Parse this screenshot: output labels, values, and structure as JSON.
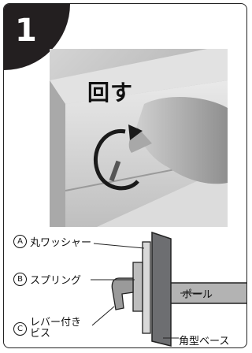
{
  "step": {
    "number": "1"
  },
  "photo": {
    "action_label": "回す"
  },
  "diagram": {
    "parts": [
      {
        "letter": "A",
        "name": "丸ワッシャー"
      },
      {
        "letter": "B",
        "name": "スプリング"
      },
      {
        "letter": "C",
        "name_line1": "レバー付き",
        "name_line2": "ビス"
      }
    ],
    "pole_label": "ポール",
    "base_label": "角型ベース"
  },
  "colors": {
    "badge": "#231f20",
    "base_plate": "#6d6e71",
    "pole": "#b3b3b3"
  }
}
